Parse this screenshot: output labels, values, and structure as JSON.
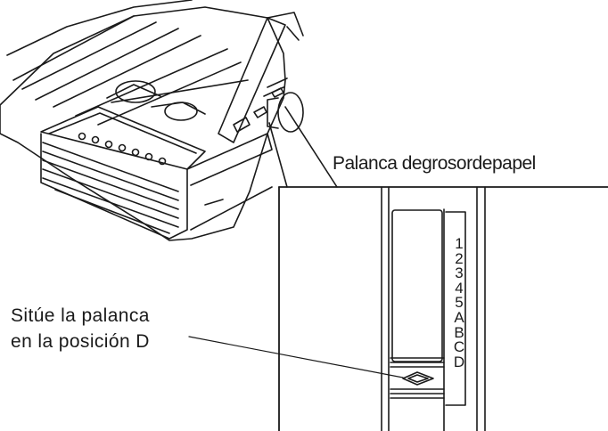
{
  "labels": {
    "lever_name": "Palanca degrosordepapel",
    "instruction_line1": "Sitúe la palanca",
    "instruction_line2": "en la posición D"
  },
  "scale_marks": [
    "1",
    "2",
    "3",
    "4",
    "5",
    "A",
    "B",
    "C",
    "D"
  ],
  "colors": {
    "line": "#1a1a1a",
    "background": "#ffffff"
  }
}
